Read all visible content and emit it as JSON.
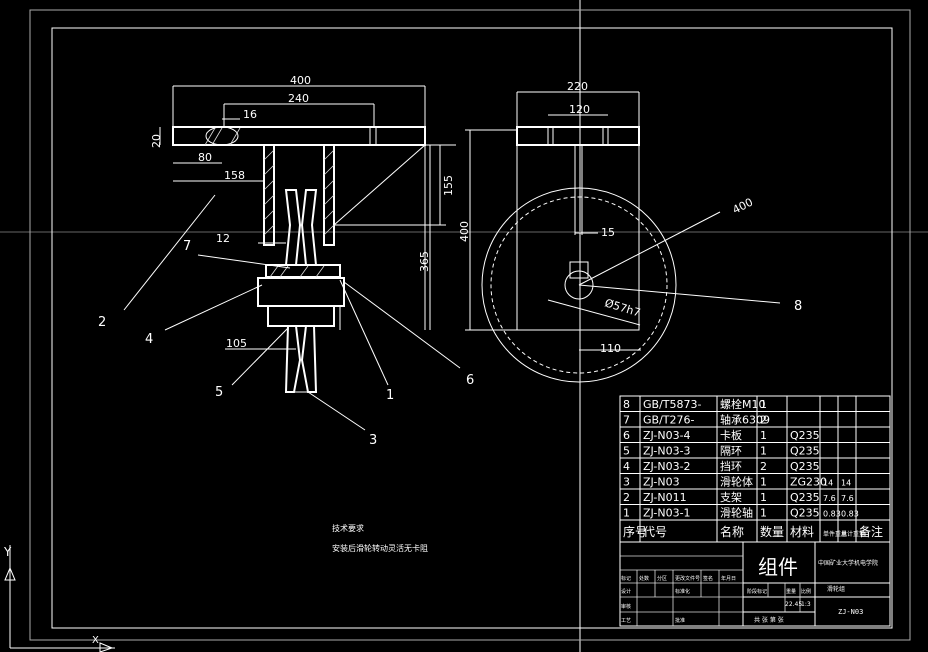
{
  "dims": {
    "d400": "400",
    "d240": "240",
    "d16": "16",
    "d20": "20",
    "d80": "80",
    "d158": "158",
    "d12": "12",
    "d105": "105",
    "d155": "155",
    "d365": "365",
    "d400v": "400",
    "d220": "220",
    "d120": "120",
    "d15": "15",
    "d400r": "400",
    "d57": "Ø57h7",
    "d110": "110"
  },
  "callouts": {
    "c1": "1",
    "c2": "2",
    "c3": "3",
    "c4": "4",
    "c5": "5",
    "c6": "6",
    "c7": "7",
    "c8": "8"
  },
  "bom": {
    "rows": [
      {
        "no": "8",
        "code": "GB/T5873-",
        "name": "螺栓M10",
        "qty": "1",
        "mat": "",
        "w1": "",
        "w2": ""
      },
      {
        "no": "7",
        "code": "GB/T276-",
        "name": "轴承6309",
        "qty": "2",
        "mat": "",
        "w1": "",
        "w2": ""
      },
      {
        "no": "6",
        "code": "ZJ-N03-4",
        "name": "卡板",
        "qty": "1",
        "mat": "Q235",
        "w1": "",
        "w2": ""
      },
      {
        "no": "5",
        "code": "ZJ-N03-3",
        "name": "隔环",
        "qty": "1",
        "mat": "Q235",
        "w1": "",
        "w2": ""
      },
      {
        "no": "4",
        "code": "ZJ-N03-2",
        "name": "挡环",
        "qty": "2",
        "mat": "Q235",
        "w1": "",
        "w2": ""
      },
      {
        "no": "3",
        "code": "ZJ-N03",
        "name": "滑轮体",
        "qty": "1",
        "mat": "ZG230",
        "w1": "14",
        "w2": "14"
      },
      {
        "no": "2",
        "code": "ZJ-N011",
        "name": "支架",
        "qty": "1",
        "mat": "Q235",
        "w1": "7.6",
        "w2": "7.6"
      },
      {
        "no": "1",
        "code": "ZJ-N03-1",
        "name": "滑轮轴",
        "qty": "1",
        "mat": "Q235",
        "w1": "0.83",
        "w2": "0.83"
      }
    ],
    "headers": {
      "no": "序号",
      "code": "代号",
      "name": "名称",
      "qty": "数量",
      "mat": "材料",
      "w1": "单件重量",
      "w2": "总计重量",
      "note": "备注"
    }
  },
  "title_block": {
    "name": "组件",
    "company": "中国矿业大学机电学院",
    "drawing_no": "ZJ-N03",
    "scale": "1:3",
    "weight": "22.45",
    "h_mark": "标记",
    "h_count": "处数",
    "h_zone": "分区",
    "h_doc": "更改文件号",
    "h_sign": "签名",
    "h_date": "年月日",
    "h_design": "设计",
    "h_std": "标准化",
    "h_stage": "阶段标记",
    "h_weight": "重量",
    "h_scale": "比例",
    "h_check": "审核",
    "h_process": "工艺",
    "h_approve": "批准",
    "sheets": "共 张 第 张",
    "drawing_title": "滑轮组"
  },
  "notes": {
    "title": "技术要求",
    "line1": "安装后滑轮转动灵活无卡阻"
  },
  "axis": {
    "y": "Y",
    "x": "X"
  }
}
